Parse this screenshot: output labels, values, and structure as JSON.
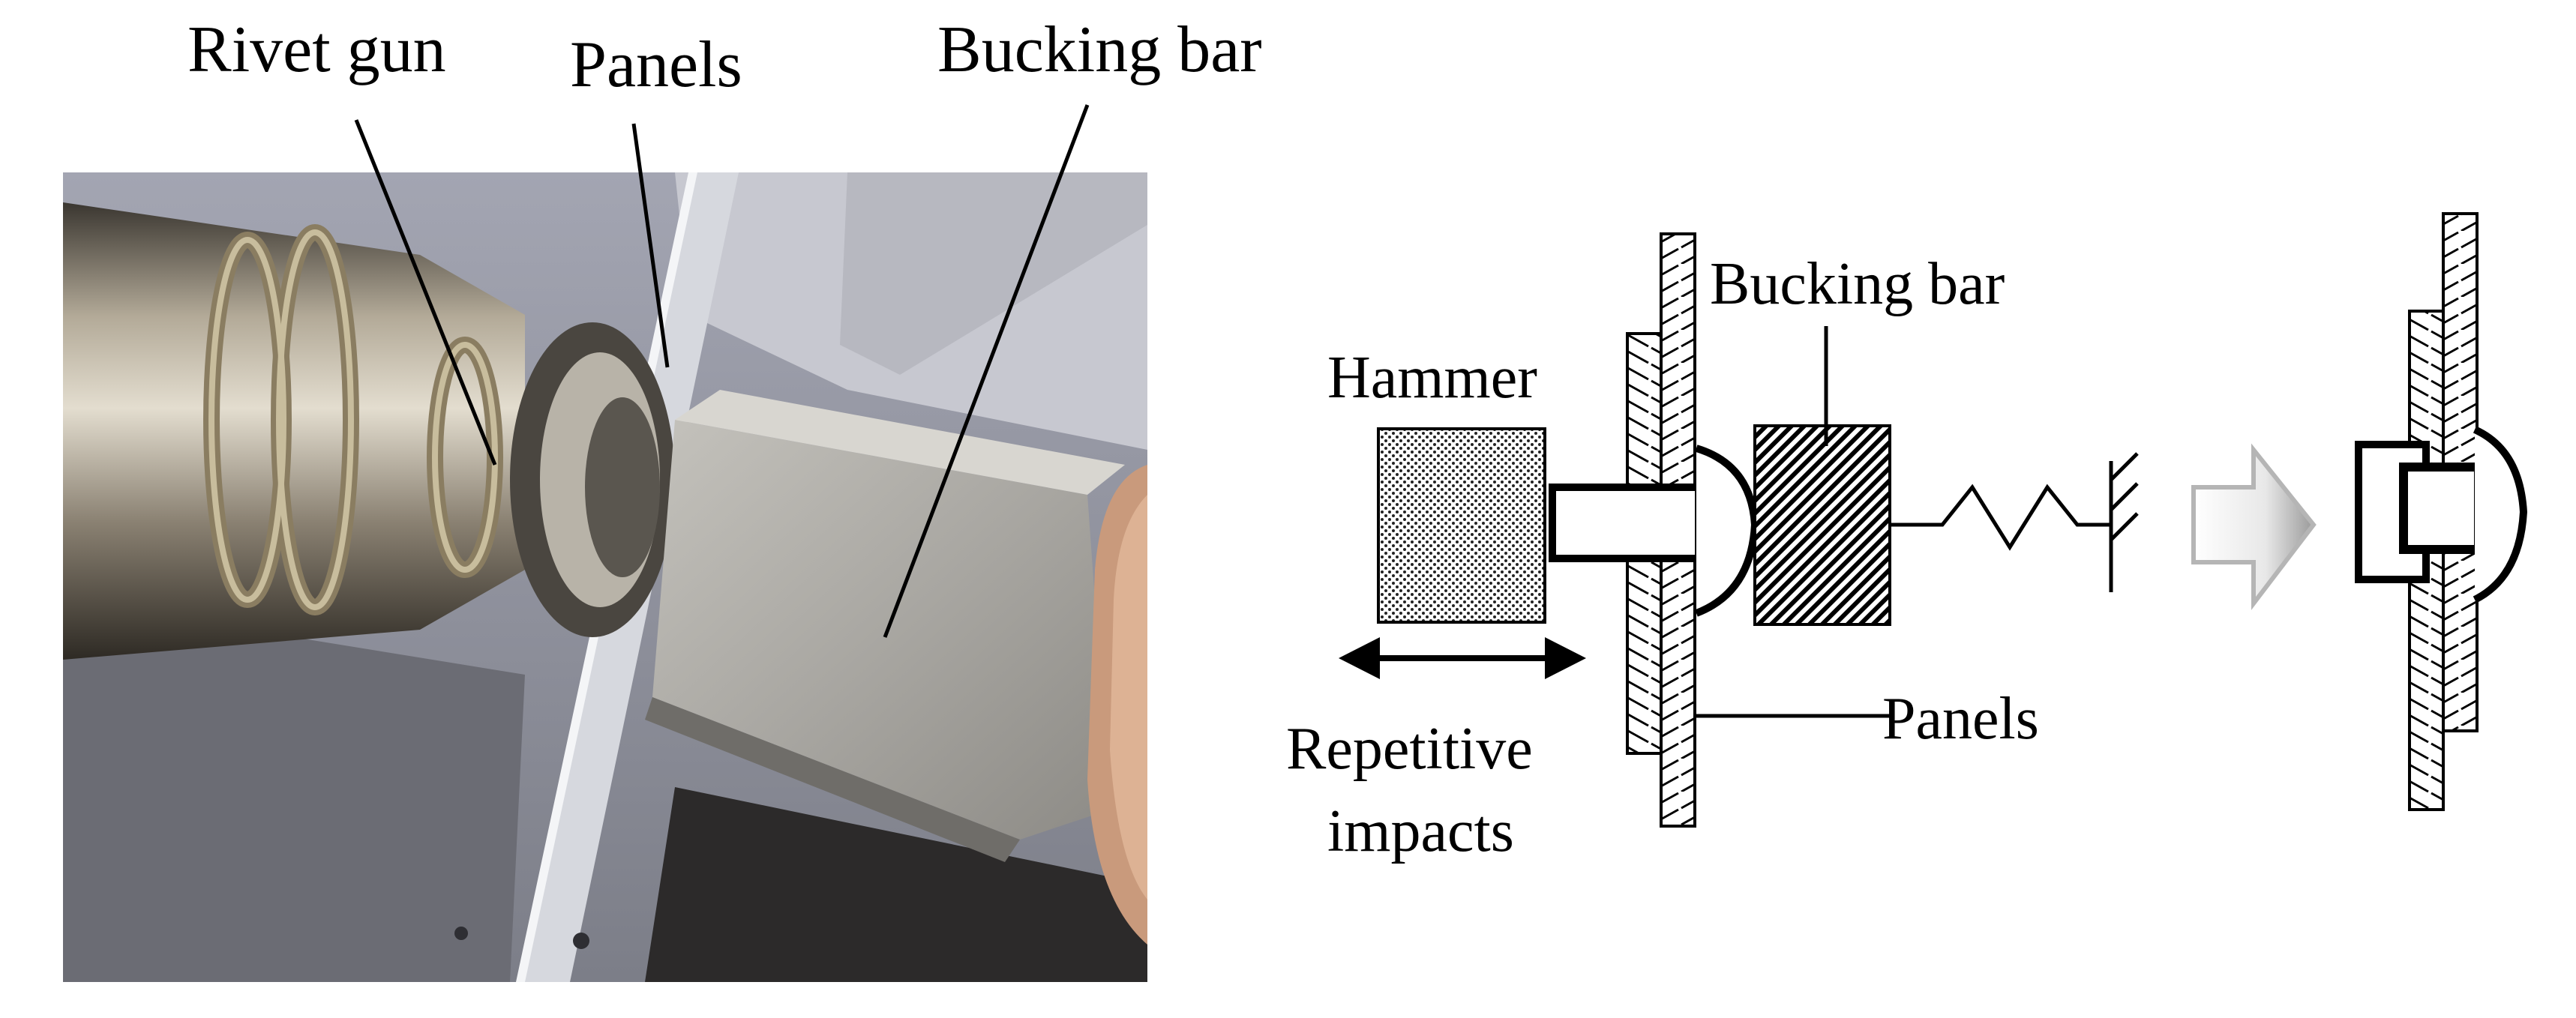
{
  "photo": {
    "labels": {
      "rivet_gun": "Rivet gun",
      "panels": "Panels",
      "bucking_bar": "Bucking bar"
    }
  },
  "schematic": {
    "labels": {
      "hammer": "Hammer",
      "bucking_bar": "Bucking bar",
      "panels": "Panels",
      "repetitive": "Repetitive",
      "impacts": "impacts"
    }
  },
  "colors": {
    "ink": "#000000",
    "photo_background": "#9a9ca8",
    "bucking_bar_metal": "#a9a7a2"
  }
}
